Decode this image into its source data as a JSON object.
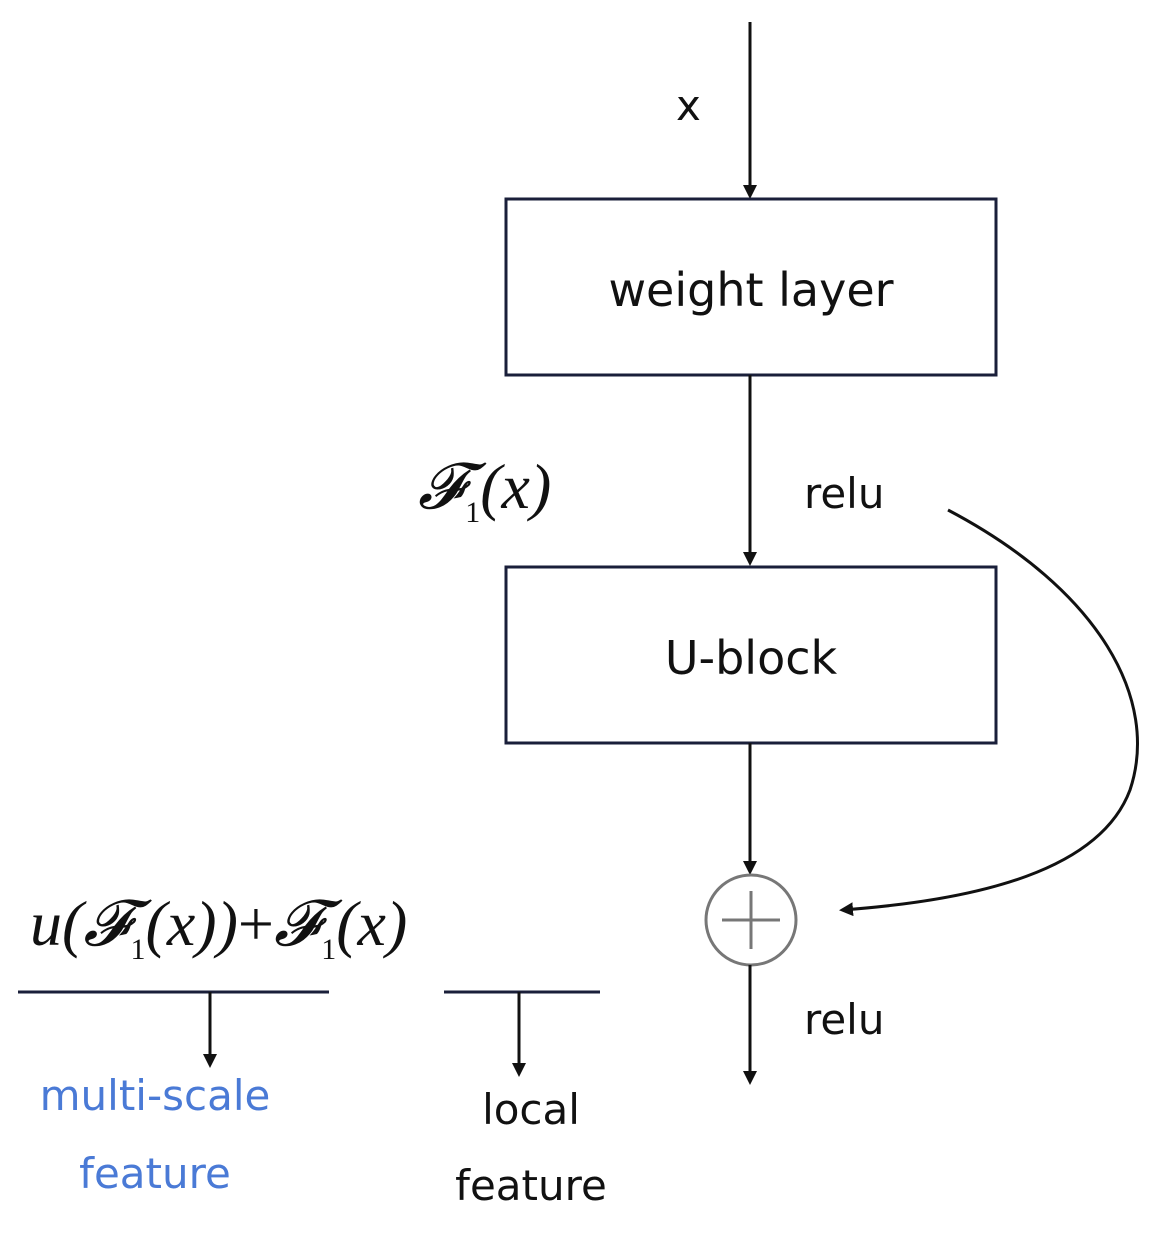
{
  "diagram": {
    "input_label": "x",
    "box1_label": "weight layer",
    "box2_label": "U-block",
    "relu_top": "relu",
    "relu_bottom": "relu",
    "f1_symbol": "𝓕",
    "f1_subscript": "1",
    "f1_arg": "(x)",
    "eq_u": "u(",
    "eq_f": "𝓕",
    "eq_sub": "1",
    "eq_arg": "(x))",
    "eq_plus": "+",
    "eq_f2": "𝓕",
    "eq_sub2": "1",
    "eq_arg2": "(x)",
    "multi_scale_line1": "multi-scale",
    "multi_scale_line2": "feature",
    "local_line1": "local",
    "local_line2": "feature",
    "colors": {
      "stroke": "#111111",
      "box_border": "#1a1f3a",
      "accent_blue": "#4a7ad6",
      "sum_node": "#777777"
    }
  }
}
